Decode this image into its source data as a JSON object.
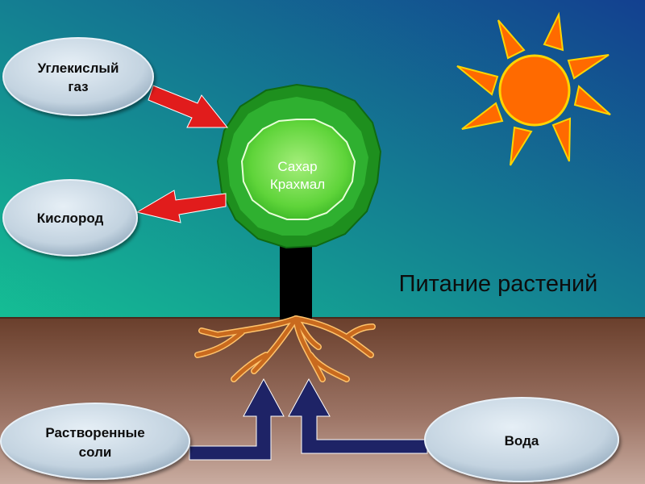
{
  "title": "Питание растений",
  "crown_text": [
    "Сахар",
    "Крахмал"
  ],
  "inputs_air": {
    "co2": [
      "Углекислый",
      "газ"
    ],
    "oxygen": [
      "Кислород"
    ]
  },
  "inputs_soil": {
    "salts": [
      "Растворенные",
      "соли"
    ],
    "water": [
      "Вода"
    ]
  },
  "colors": {
    "sky_top": "#1a5fa8",
    "sky_bottom": "#19c9a8",
    "soil_top": "#6e4330",
    "soil_bottom": "#ba9a8c",
    "sun": "#ff6a00",
    "sun_outline": "#ffd400",
    "crown_dark": "#1f8c1f",
    "crown_light": "#7de85a",
    "trunk": "#000000",
    "roots": "#d07a2c",
    "arrow_red": "#e01b1b",
    "arrow_blue": "#1f2466",
    "pill_fill": "#cfdde8",
    "pill_text": "#0d0d0d"
  },
  "icons": [
    "sun-icon",
    "tree-icon",
    "roots-icon",
    "arrow-icon"
  ]
}
